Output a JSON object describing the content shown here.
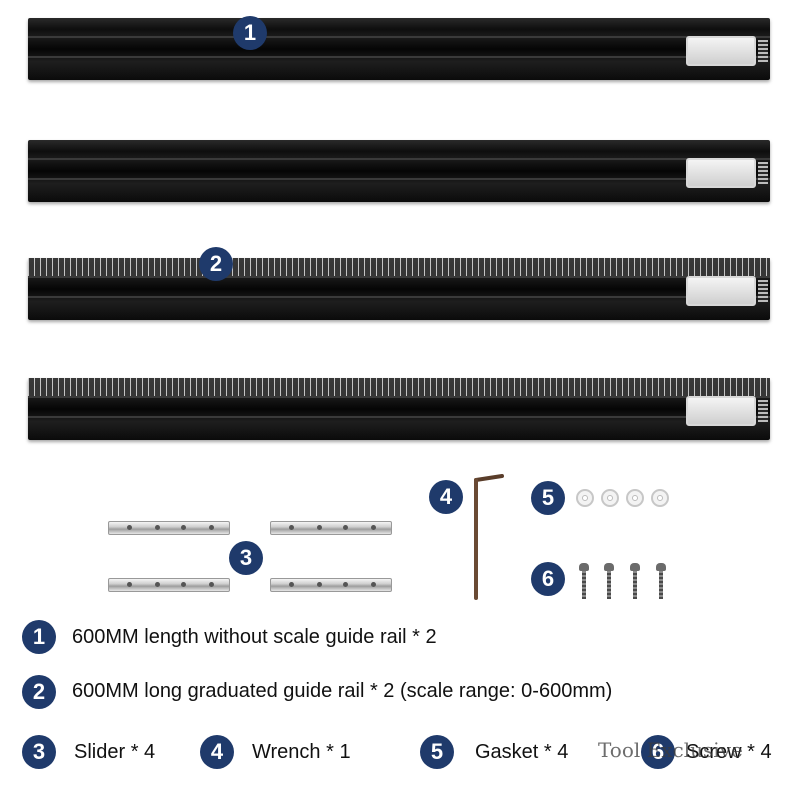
{
  "callouts": {
    "c1": "1",
    "c2": "2",
    "c3": "3",
    "c4": "4",
    "c5": "5",
    "c6": "6"
  },
  "legend": {
    "item1": {
      "num": "1",
      "text": "600MM length without scale guide rail * 2"
    },
    "item2": {
      "num": "2",
      "text": "600MM long graduated guide rail * 2 (scale range: 0-600mm)"
    },
    "item3": {
      "num": "3",
      "text": "Slider * 4"
    },
    "item4": {
      "num": "4",
      "text": "Wrench * 1"
    },
    "item5": {
      "num": "5",
      "text": "Gasket * 4"
    },
    "item6": {
      "num": "6",
      "text": "Screw * 4"
    }
  },
  "watermark": "Tool Exclusive",
  "colors": {
    "badge": "#1f3a6b",
    "rail": "#0e0e0e"
  }
}
